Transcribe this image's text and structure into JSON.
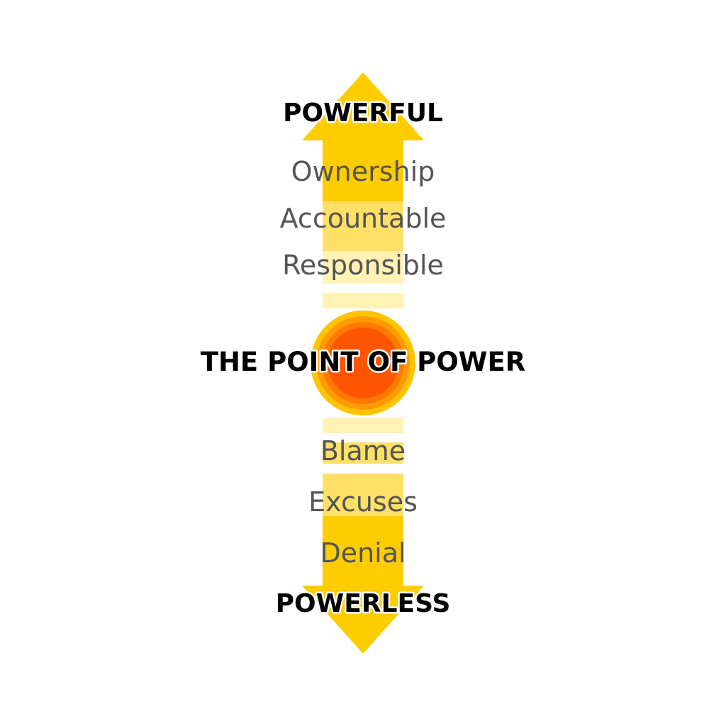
{
  "diagram": {
    "top_label": "POWERFUL",
    "center_label": "THE POINT OF POWER",
    "bottom_label": "POWERLESS",
    "upper_items": [
      "Ownership",
      "Accountable",
      "Responsible"
    ],
    "lower_items": [
      "Blame",
      "Excuses",
      "Denial"
    ]
  },
  "colors": {
    "arrow_yellow": "#FFCC00",
    "arrow_mid": "#FFE066",
    "arrow_light": "#FFF2B3",
    "circle_outer": "#FFC300",
    "circle_ring1": "#FF9A00",
    "circle_ring2": "#FF7A00",
    "circle_inner": "#FF5500",
    "item_text": "#555555",
    "title_text": "#000000"
  }
}
